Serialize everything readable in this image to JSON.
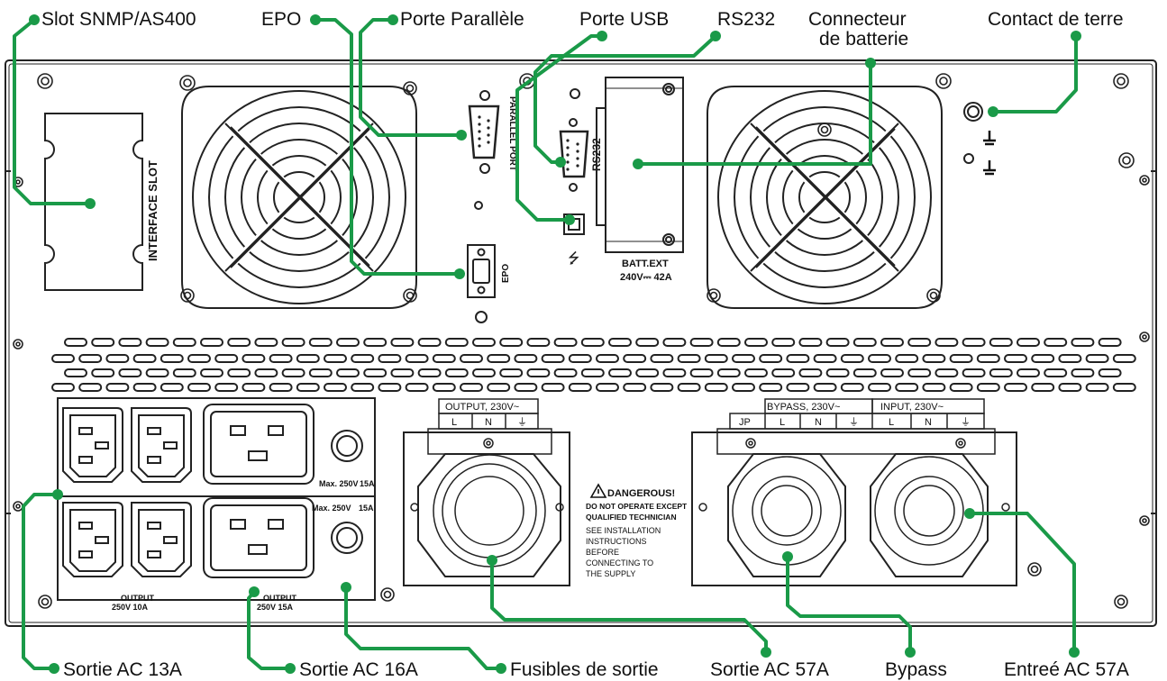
{
  "callouts": {
    "slot_snmp": "Slot SNMP/AS400",
    "epo": "EPO",
    "parallel_port": "Porte Parallèle",
    "usb_port": "Porte USB",
    "rs232": "RS232",
    "battery_connector_line1": "Connecteur",
    "battery_connector_line2": "de batterie",
    "ground": "Contact de terre",
    "out_13a": "Sortie AC 13A",
    "out_16a": "Sortie AC 16A",
    "fuses": "Fusibles de sortie",
    "out_57a": "Sortie AC 57A",
    "bypass": "Bypass",
    "in_57a": "Entreé AC 57A"
  },
  "panel": {
    "interface_slot": "INTERFACE SLOT",
    "parallel_port": "PARALLEL PORT",
    "rs232": "RS232",
    "epo": "EPO",
    "usb_symbol": "⭍",
    "batt_ext": "BATT.EXT",
    "batt_rating": "240V⎓ 42A",
    "fuse_label_top": "Max. 250V",
    "fuse_label_top_value": "15A",
    "fuse_label_bottom": "Max. 250V",
    "fuse_label_bottom_value": "15A",
    "output_13a_l1": "OUTPUT",
    "output_13a_l2": "250V  10A",
    "output_16a_l1": "OUTPUT",
    "output_16a_l2": "250V  15A",
    "output_terminal": {
      "title": "OUTPUT, 230V~",
      "cols": [
        "L",
        "N",
        "⏚"
      ]
    },
    "bypass_terminal": {
      "jp": "JP",
      "title": "BYPASS, 230V~",
      "cols": [
        "L",
        "N",
        "⏚"
      ]
    },
    "input_terminal": {
      "title": "INPUT, 230V~",
      "cols": [
        "L",
        "N",
        "⏚"
      ]
    },
    "warning": {
      "title": "DANGEROUS!",
      "line1": "DO NOT OPERATE EXCEPT",
      "line2": "QUALIFIED TECHNICIAN",
      "line3": "SEE INSTALLATION",
      "line4": "INSTRUCTIONS",
      "line5": "BEFORE",
      "line6": "CONNECTING TO",
      "line7": "THE SUPPLY"
    }
  },
  "colors": {
    "leader": "#1a9a48",
    "outline": "#222222"
  }
}
